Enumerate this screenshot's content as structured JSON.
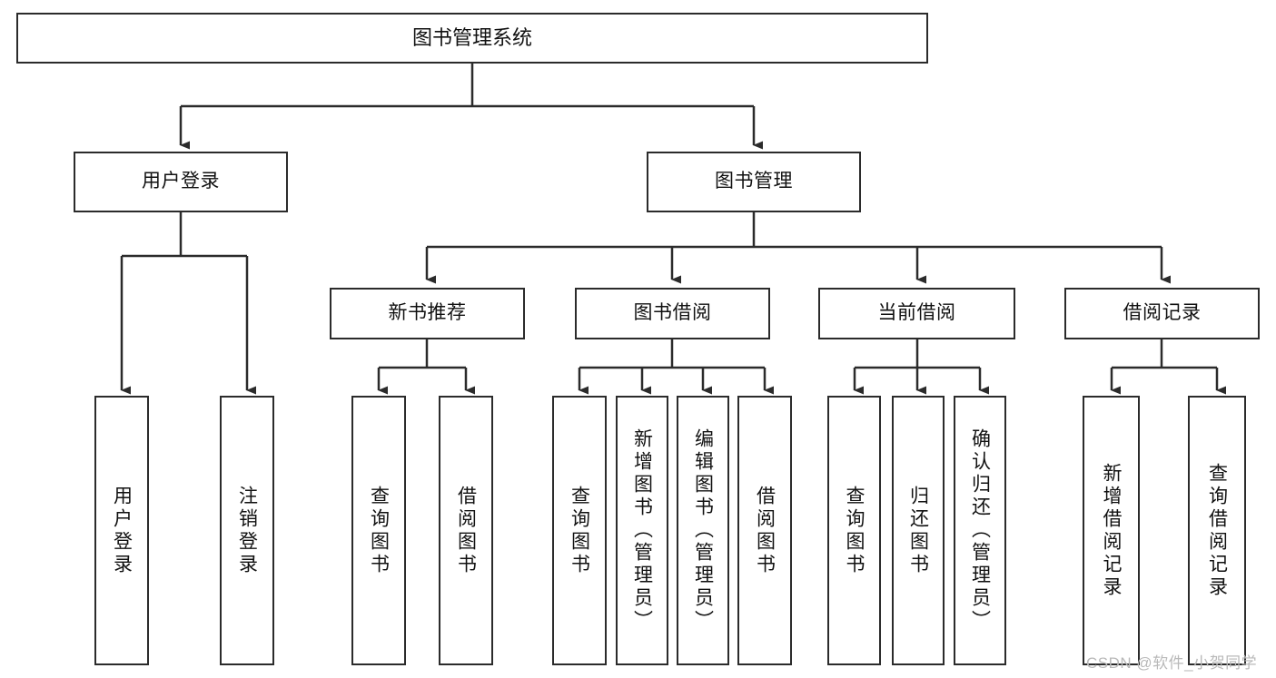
{
  "diagram": {
    "type": "tree-hierarchy-chart",
    "title": "图书管理系统",
    "colors": {
      "box_border": "#2b2b2b",
      "box_fill": "#ffffff",
      "connector": "#2b2b2b",
      "text": "#111111",
      "watermark": "#b9b9b9",
      "background": "#ffffff"
    },
    "levels": {
      "root": {
        "label": "图书管理系统"
      },
      "level2": [
        {
          "label": "用户登录"
        },
        {
          "label": "图书管理"
        }
      ],
      "level3": [
        {
          "label": "新书推荐"
        },
        {
          "label": "图书借阅"
        },
        {
          "label": "当前借阅"
        },
        {
          "label": "借阅记录"
        }
      ],
      "leaves": {
        "user_login": [
          {
            "label": "用户登录"
          },
          {
            "label": "注销登录"
          }
        ],
        "new_book_recommend": [
          {
            "label": "查询图书"
          },
          {
            "label": "借阅图书"
          }
        ],
        "book_borrow": [
          {
            "label": "查询图书"
          },
          {
            "label": "新增图书（管理员）"
          },
          {
            "label": "编辑图书（管理员）"
          },
          {
            "label": "借阅图书"
          }
        ],
        "current_borrow": [
          {
            "label": "查询图书"
          },
          {
            "label": "归还图书"
          },
          {
            "label": "确认归还（管理员）"
          }
        ],
        "borrow_record": [
          {
            "label": "新增借阅记录"
          },
          {
            "label": "查询借阅记录"
          }
        ]
      }
    }
  },
  "watermark": {
    "text": "CSDN @软件_小贺同学"
  }
}
